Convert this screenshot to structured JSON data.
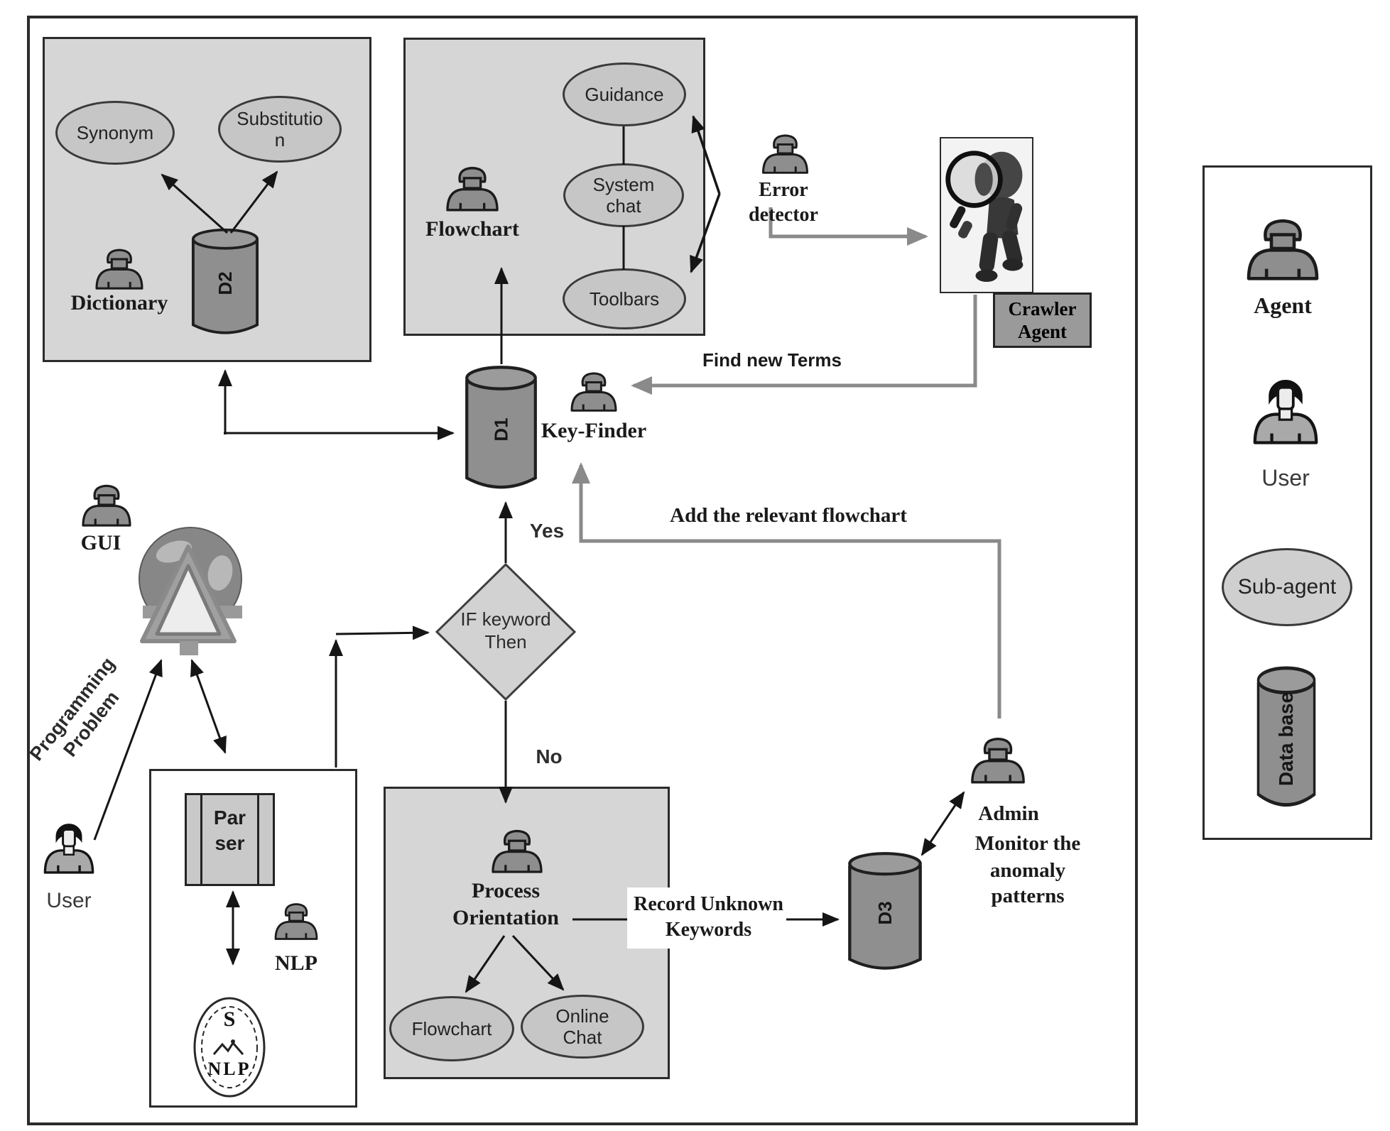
{
  "colors": {
    "box_fill": "#d6d6d6",
    "ellipse_fill": "#c6c6c6",
    "cylinder_fill": "#8f8f8f",
    "diamond_fill": "#d2d2d2",
    "arrow_black": "#1a1a1a",
    "arrow_gray": "#8a8a8a",
    "crawler_box_fill": "#9a9a9a"
  },
  "dictionary": {
    "synonym": "Synonym",
    "substitution_l1": "Substitutio",
    "substitution_l2": "n",
    "agent": "Dictionary",
    "db": "D2"
  },
  "flowchart_box": {
    "agent": "Flowchart",
    "guidance": "Guidance",
    "system_chat_l1": "System",
    "system_chat_l2": "chat",
    "toolbars": "Toolbars"
  },
  "crawler": {
    "error_l1": "Error",
    "error_l2": "detector",
    "box_l1": "Crawler",
    "box_l2": "Agent",
    "find_new_terms": "Find new Terms"
  },
  "center": {
    "db": "D1",
    "key_finder": "Key-Finder",
    "yes": "Yes",
    "no": "No",
    "diamond_l1": "IF keyword",
    "diamond_l2": "Then",
    "add_flowchart": "Add the relevant flowchart"
  },
  "left": {
    "gui": "GUI",
    "user": "User",
    "programming_l1": "Programming",
    "programming_l2": "Problem"
  },
  "nlp_box": {
    "parser_l1": "Par",
    "parser_l2": "ser",
    "nlp": "NLP",
    "logo_s": "S",
    "logo_nlp": "NLP"
  },
  "process": {
    "agent_l1": "Process",
    "agent_l2": "Orientation",
    "flowchart": "Flowchart",
    "online_l1": "Online",
    "online_l2": "Chat",
    "record_l1": "Record Unknown",
    "record_l2": "Keywords"
  },
  "monitor": {
    "db": "D3",
    "admin": "Admin",
    "l1": "Monitor the",
    "l2": "anomaly",
    "l3": "patterns"
  },
  "legend": {
    "agent": "Agent",
    "user": "User",
    "sub_agent": "Sub-agent",
    "database": "Data base"
  }
}
